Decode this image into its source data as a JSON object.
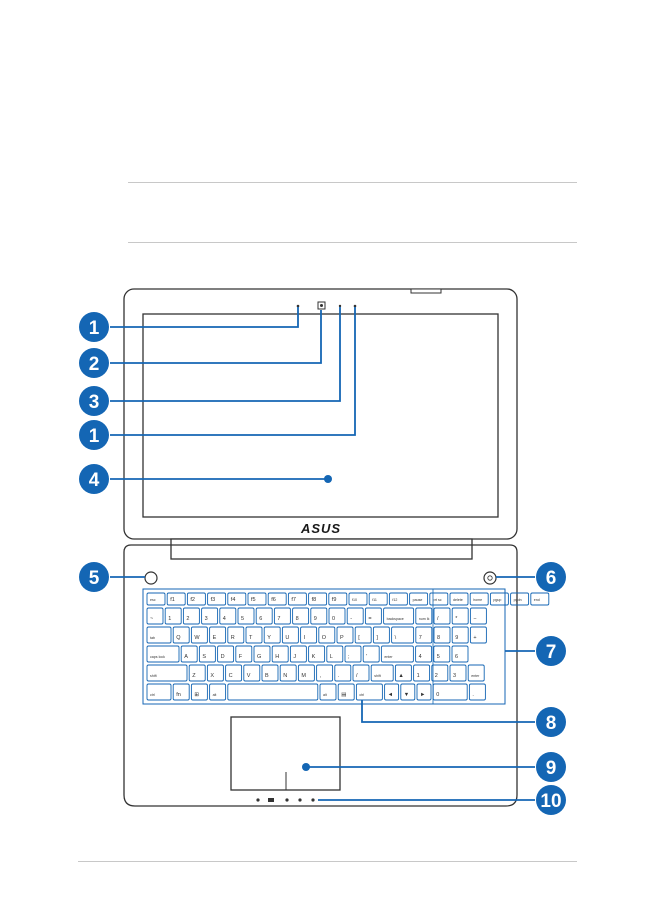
{
  "brand": {
    "logo_text": "ASUS",
    "logo_color": "#1a1a1a"
  },
  "callout_color": "#1466b4",
  "callouts": [
    "1",
    "2",
    "3",
    "1",
    "4",
    "5",
    "6",
    "7",
    "8",
    "9",
    "10"
  ],
  "keyboard": {
    "row0": [
      "esc",
      "f1",
      "f2",
      "f3",
      "f4",
      "f5",
      "f6",
      "f7",
      "f8",
      "f9",
      "f10",
      "f11",
      "f12",
      "pause",
      "prt sc",
      "delete",
      "home",
      "pgup",
      "pgdn",
      "end"
    ],
    "row1": [
      "~",
      "1",
      "2",
      "3",
      "4",
      "5",
      "6",
      "7",
      "8",
      "9",
      "0",
      "-",
      "=",
      "backspace",
      "num lk",
      "/",
      "*",
      "−"
    ],
    "row2": [
      "tab",
      "Q",
      "W",
      "E",
      "R",
      "T",
      "Y",
      "U",
      "I",
      "O",
      "P",
      "[",
      "]",
      "\\",
      "7",
      "8",
      "9",
      "+"
    ],
    "row3": [
      "caps lock",
      "A",
      "S",
      "D",
      "F",
      "G",
      "H",
      "J",
      "K",
      "L",
      ";",
      "'",
      "enter",
      "4",
      "5",
      "6"
    ],
    "row4": [
      "shift",
      "Z",
      "X",
      "C",
      "V",
      "B",
      "N",
      "M",
      ",",
      ".",
      "/",
      "shift",
      "▲",
      "1",
      "2",
      "3",
      "enter"
    ],
    "row5": [
      "ctrl",
      "fn",
      "⊞",
      "alt",
      "",
      "alt",
      "▤",
      "ctrl",
      "◄",
      "▼",
      "►",
      "0",
      "."
    ]
  }
}
